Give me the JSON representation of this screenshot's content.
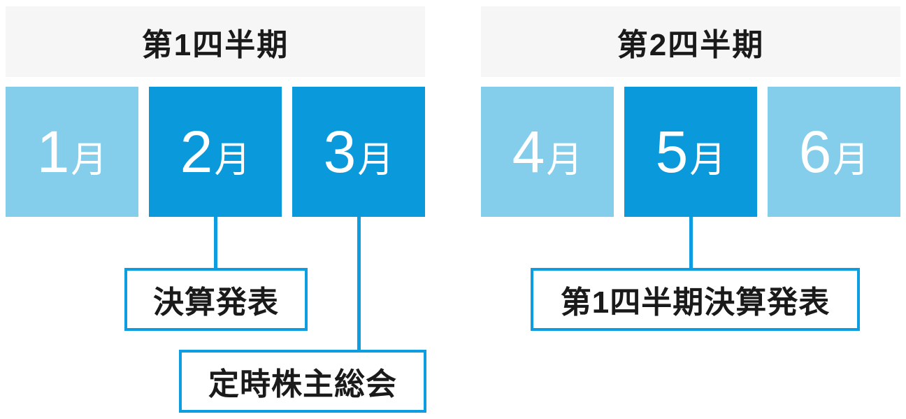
{
  "diagram": {
    "type": "quarterly-ir-calendar",
    "colors": {
      "accent_line": "#0d9de0",
      "month_active_bg": "#0a99db",
      "month_inactive_bg": "#85ceeb",
      "header_bg": "#f6f6f7",
      "text_dark": "#1a1a1a",
      "text_light": "#ffffff"
    }
  },
  "quarters": [
    {
      "title": "第1四半期",
      "months": [
        {
          "num": "1",
          "suffix": "月",
          "active": false
        },
        {
          "num": "2",
          "suffix": "月",
          "active": true
        },
        {
          "num": "3",
          "suffix": "月",
          "active": true
        }
      ]
    },
    {
      "title": "第2四半期",
      "months": [
        {
          "num": "4",
          "suffix": "月",
          "active": false
        },
        {
          "num": "5",
          "suffix": "月",
          "active": true
        },
        {
          "num": "6",
          "suffix": "月",
          "active": false
        }
      ]
    }
  ],
  "events": [
    {
      "label": "決算発表",
      "connected_month": "2月"
    },
    {
      "label": "定時株主総会",
      "connected_month": "3月"
    },
    {
      "label": "第1四半期決算発表",
      "connected_month": "5月"
    }
  ]
}
